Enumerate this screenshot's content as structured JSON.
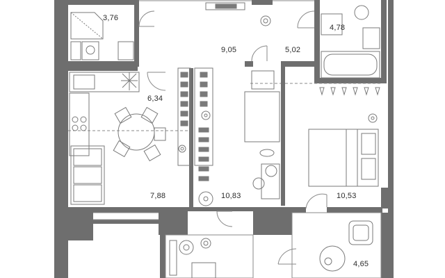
{
  "plan": {
    "wall_color": "#6e6e6e",
    "line_color": "#8a8a8a",
    "furniture_color": "#7a7a7a",
    "background": "#ffffff",
    "rooms": [
      {
        "id": "bathroom-small",
        "area": "3,76"
      },
      {
        "id": "hallway",
        "area": "9,05"
      },
      {
        "id": "corridor",
        "area": "5,02"
      },
      {
        "id": "bathroom-large",
        "area": "4,78"
      },
      {
        "id": "kitchen-dining",
        "area": "6,34"
      },
      {
        "id": "living-room",
        "area": "7,88"
      },
      {
        "id": "wardrobe-room",
        "area": "10,83"
      },
      {
        "id": "bedroom",
        "area": "10,53"
      },
      {
        "id": "balcony",
        "area": "4,65"
      }
    ]
  }
}
